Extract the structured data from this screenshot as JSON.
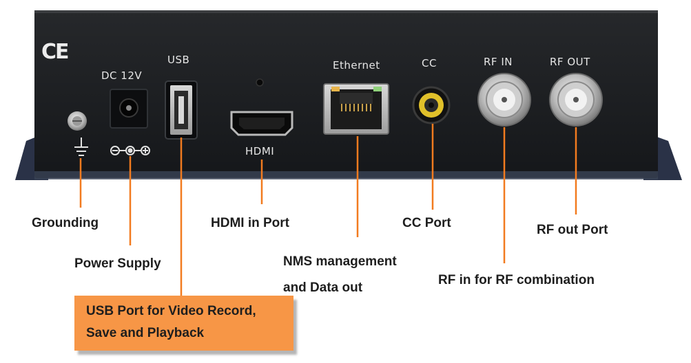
{
  "panel": {
    "ce_mark": "CE",
    "dc_label": "DC 12V",
    "usb_label": "USB",
    "hdmi_label": "HDMI",
    "ethernet_label": "Ethernet",
    "cc_label": "CC",
    "rf_in_label": "RF IN",
    "rf_out_label": "RF OUT",
    "chassis_color": "#1d1f22",
    "wing_color": "#2a3247"
  },
  "callouts": {
    "grounding": "Grounding",
    "power_supply": "Power Supply",
    "hdmi_in": "HDMI in Port",
    "nms_line1": "NMS management",
    "nms_line2": "and Data out",
    "cc_port": "CC Port",
    "rf_in": "RF in for RF combination",
    "rf_out": "RF out Port",
    "leader_color": "#f27b1f"
  },
  "usb_box": {
    "line1": "USB Port for Video Record,",
    "line2": "Save and Playback",
    "fill_color": "#f79646"
  }
}
